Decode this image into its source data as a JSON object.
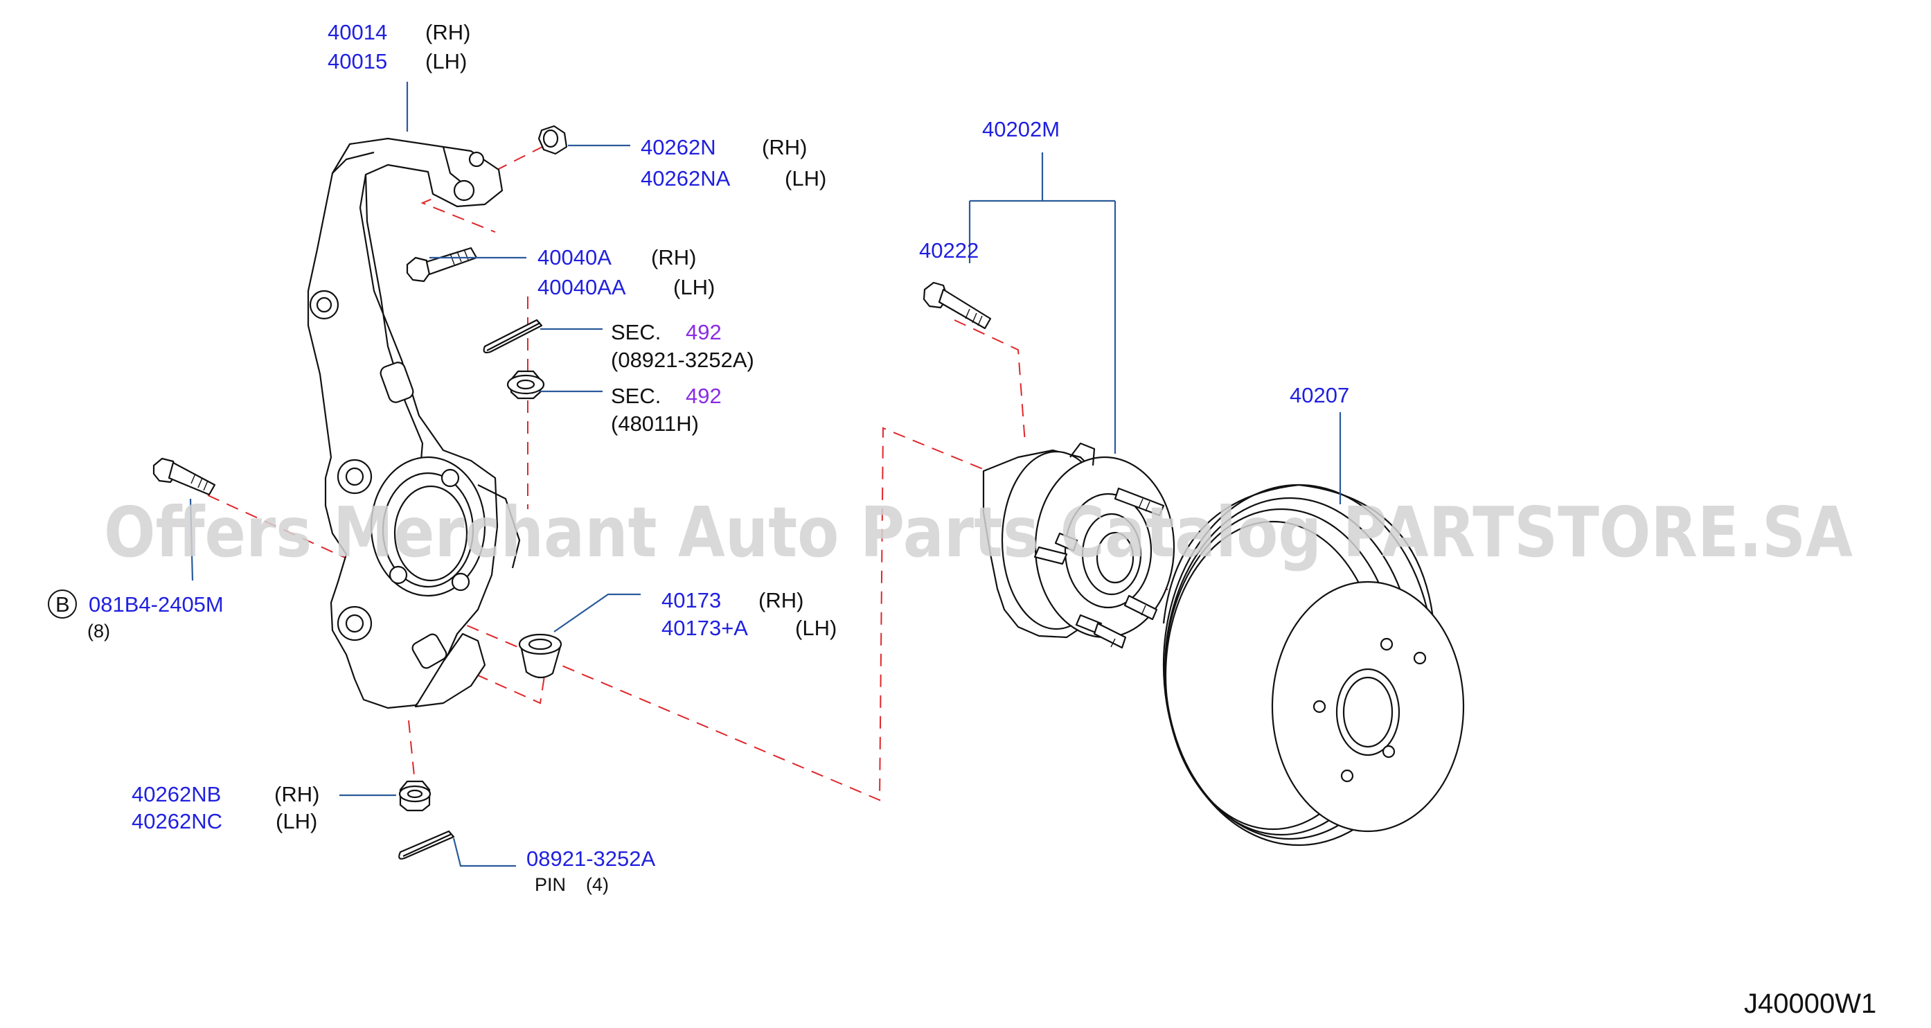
{
  "labels": {
    "knuckle": {
      "rh": "40014",
      "rh_side": "(RH)",
      "lh": "40015",
      "lh_side": "(LH)"
    },
    "top_nut": {
      "rh": "40262N",
      "rh_side": "(RH)",
      "lh": "40262NA",
      "lh_side": "(LH)"
    },
    "bolt": {
      "rh": "40040A",
      "rh_side": "(RH)",
      "lh": "40040AA",
      "lh_side": "(LH)"
    },
    "cotter_sec": {
      "sec": "SEC.",
      "num": "492",
      "sub": "(08921-3252A)"
    },
    "nut_sec": {
      "sec": "SEC.",
      "num": "492",
      "sub": "(48011H)"
    },
    "b_bolt": {
      "circle": "B",
      "part": "081B4-2405M",
      "qty": "(8)"
    },
    "bushing": {
      "rh": "40173",
      "rh_side": "(RH)",
      "lh": "40173+A",
      "lh_side": "(LH)"
    },
    "bottom_nut": {
      "rh": "40262NB",
      "rh_side": "(RH)",
      "lh": "40262NC",
      "lh_side": "(LH)"
    },
    "pin": {
      "part": "08921-3252A",
      "name": "PIN",
      "qty": "(4)"
    },
    "hub_assy": {
      "part": "40202M"
    },
    "hub_bolt": {
      "part": "40222"
    },
    "rotor": {
      "part": "40207"
    }
  },
  "watermark": "Offers Merchant Auto Parts Catalog PARTSTORE.SA",
  "diagram_code": "J40000W1",
  "colors": {
    "part_number": "#1f1fe0",
    "section_number": "#8a2be2",
    "leader": "#2a5a9a",
    "dash": "#e0262a"
  }
}
